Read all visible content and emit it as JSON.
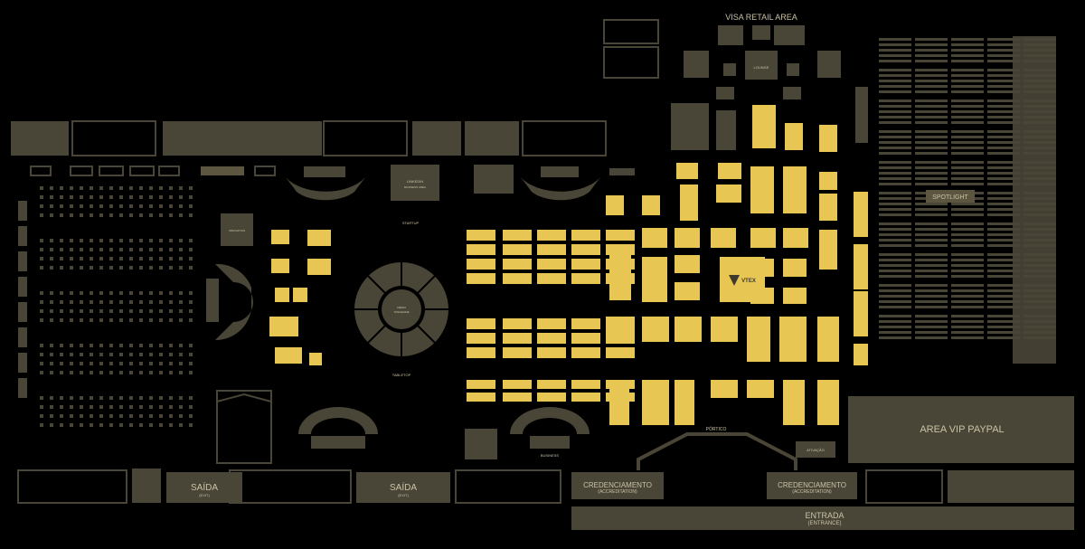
{
  "map": {
    "visa_retail_area": "VISA RETAIL AREA",
    "lounge": "LOUNGE",
    "spotlight": "SPOTLIGHT",
    "vtex": "VTEX",
    "area_vip": "AREA VIP PAYPAL",
    "linkedin": "LINKEDIN",
    "linkedin_sub": "BUSINESS AREA",
    "startup": "STARTUP",
    "tabletop": "TABLETOP",
    "portico": "PÓRTICO",
    "arena": "ARENA",
    "arena_sub": "TANGERINE",
    "business": "BUSINESS",
    "saida_left": "SAÍDA",
    "saida_left_sub": "(EXIT)",
    "saida_right": "SAÍDA",
    "saida_right_sub": "(EXIT)",
    "credenciamento_left": "CREDENCIAMENTO",
    "credenciamento_left_sub": "(ACCREDITATION)",
    "credenciamento_right": "CREDENCIAMENTO",
    "credenciamento_right_sub": "(ACCREDITATION)",
    "entrada": "ENTRADA",
    "entrada_sub": "(ENTRANCE)",
    "ativacao": "ATIVAÇÃO",
    "innovation": "INNOVATION",
    "colors": {
      "background": "#000000",
      "block": "#4a4637",
      "block_light": "#575242",
      "booth_gold": "#e8c653",
      "booth_dark": "#5c5640",
      "label": "#c9c2a6"
    },
    "icons": [
      "vtex-logo-icon",
      "chair-grid-icon"
    ]
  }
}
